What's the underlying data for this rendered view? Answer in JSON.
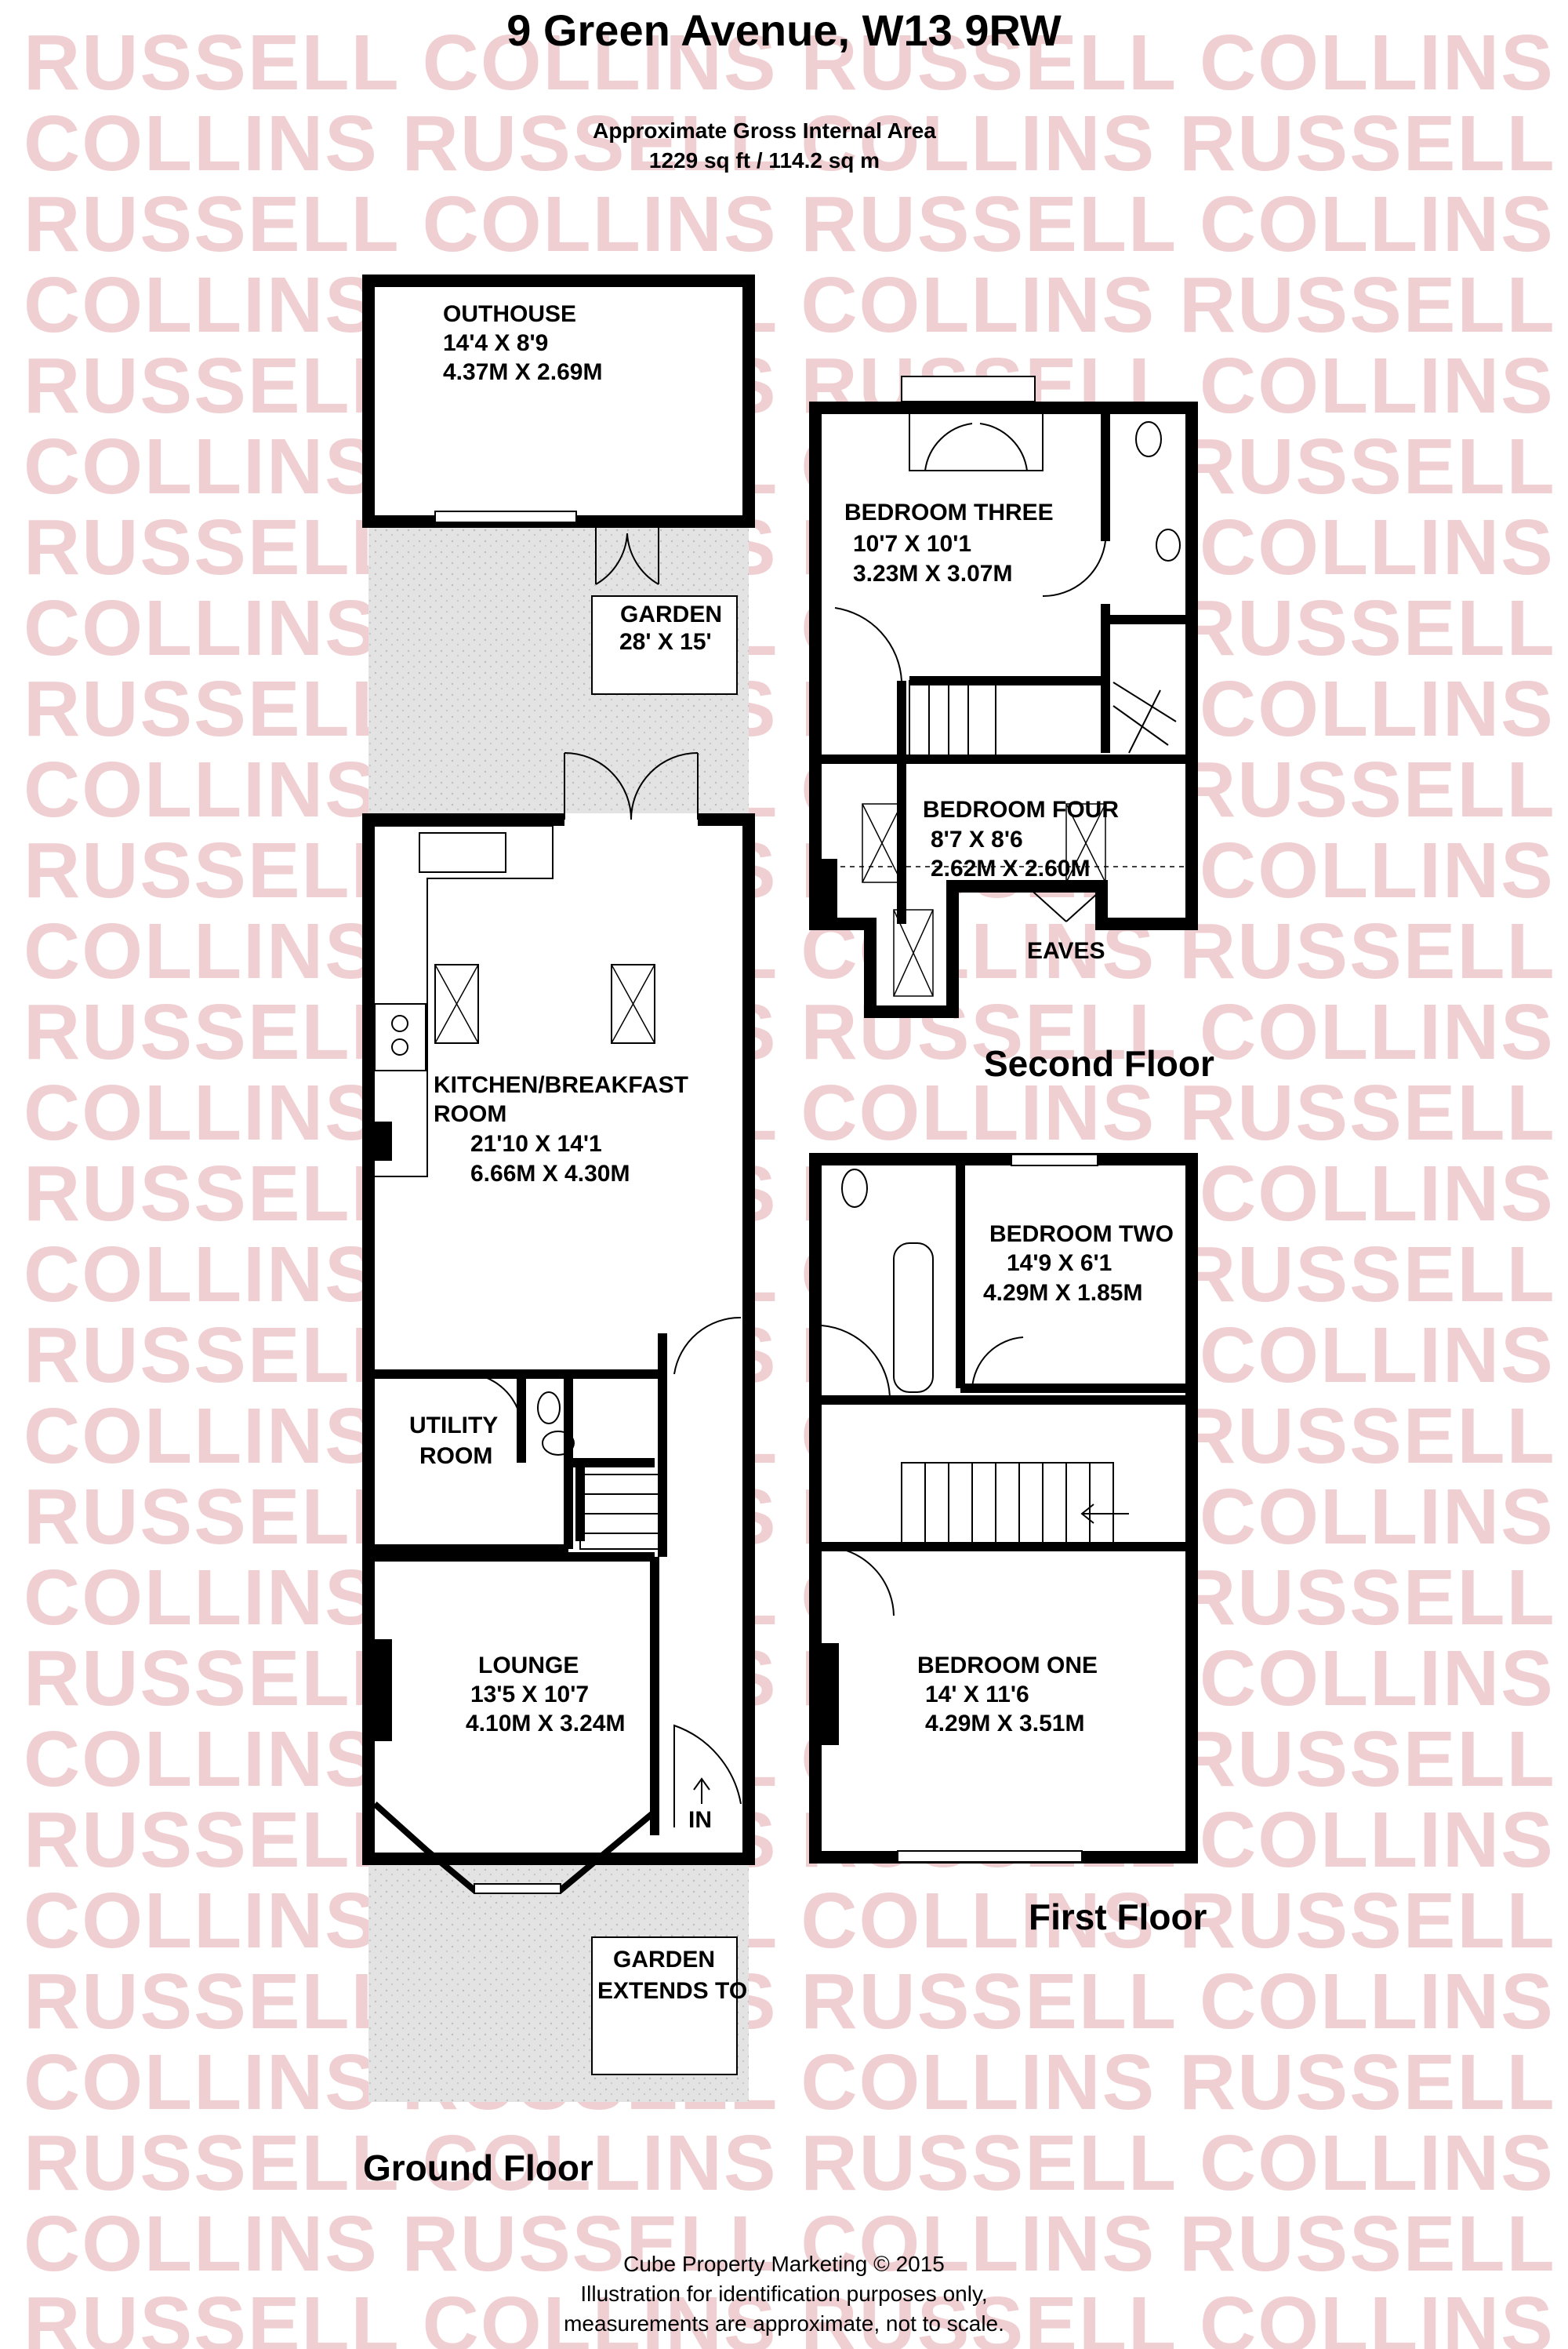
{
  "title": "9 Green Avenue, W13 9RW",
  "area": {
    "line1": "Approximate Gross Internal Area",
    "line2": "1229 sq ft / 114.2 sq m"
  },
  "watermark": {
    "lines": [
      "RUSSELL COLLINS RUSSELL COLLINS RU",
      "COLLINS RUSSELL COLLINS RUSSELL CO"
    ],
    "color": "#f0cfd2"
  },
  "floors": {
    "ground": {
      "label": "Ground Floor",
      "outhouse": {
        "name": "OUTHOUSE",
        "imperial": "14'4 X 8'9",
        "metric": "4.37M X 2.69M"
      },
      "garden_rear": {
        "name": "GARDEN",
        "size": "28' X 15'"
      },
      "kitchen": {
        "name1": "KITCHEN/BREAKFAST",
        "name2": "ROOM",
        "imperial": "21'10 X 14'1",
        "metric": "6.66M X 4.30M"
      },
      "utility": {
        "name1": "UTILITY",
        "name2": "ROOM"
      },
      "lounge": {
        "name": "LOUNGE",
        "imperial": "13'5 X 10'7",
        "metric": "4.10M  X 3.24M"
      },
      "entrance": "IN",
      "garden_front": {
        "line1": "GARDEN",
        "line2": "EXTENDS TO"
      }
    },
    "first": {
      "label": "First Floor",
      "bedroom_two": {
        "name": "BEDROOM TWO",
        "imperial": "14'9 X 6'1",
        "metric": "4.29M X 1.85M"
      },
      "bedroom_one": {
        "name": "BEDROOM ONE",
        "imperial": "14' X 11'6",
        "metric": "4.29M X 3.51M"
      }
    },
    "second": {
      "label": "Second Floor",
      "bedroom_three": {
        "name": "BEDROOM THREE",
        "imperial": "10'7 X 10'1",
        "metric": "3.23M X 3.07M"
      },
      "bedroom_four": {
        "name": "BEDROOM FOUR",
        "imperial": "8'7 X 8'6",
        "metric": "2.62M X 2.60M"
      },
      "eaves": "EAVES"
    }
  },
  "footer": {
    "line1": "Cube Property Marketing © 2015",
    "line2": "Illustration for identification purposes only,",
    "line3": "measurements are approximate, not to scale."
  }
}
